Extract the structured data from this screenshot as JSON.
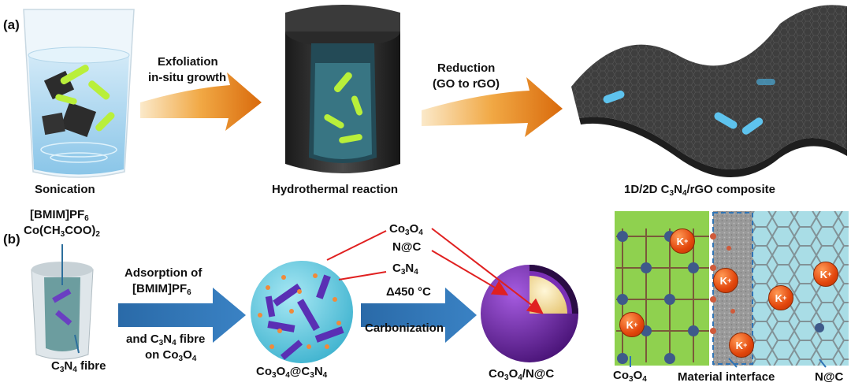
{
  "panels": {
    "a": "(a)",
    "b": "(b)"
  },
  "row_a": {
    "step1_label": "Sonication",
    "arrow1_line1": "Exfoliation",
    "arrow1_line2": "in-situ growth",
    "step2_label": "Hydrothermal reaction",
    "arrow2_line1": "Reduction",
    "arrow2_line2": "(GO to rGO)",
    "step3_prefix": "1D/2D C",
    "step3_sub1": "3",
    "step3_mid": "N",
    "step3_sub2": "4",
    "step3_suffix": "/rGO composite"
  },
  "row_b": {
    "reagent1_text": "[BMIM]PF",
    "reagent1_sub": "6",
    "reagent2_a": "Co(CH",
    "reagent2_sub1": "3",
    "reagent2_b": "COO)",
    "reagent2_sub2": "2",
    "fibre_a": "C",
    "fibre_sub1": "3",
    "fibre_b": "N",
    "fibre_sub2": "4",
    "fibre_c": " fibre",
    "arrow3_line1": "Adsorption of",
    "arrow3_line2a": "[BMIM]PF",
    "arrow3_line2sub": "6",
    "arrow3_line3a": "and C",
    "arrow3_line3sub1": "3",
    "arrow3_line3b": "N",
    "arrow3_line3sub2": "4",
    "arrow3_line3c": " fibre",
    "arrow3_line4a": "on Co",
    "arrow3_line4sub1": "3",
    "arrow3_line4b": "O",
    "arrow3_line4sub2": "4",
    "sphere1_a": "Co",
    "sphere1_sub1": "3",
    "sphere1_b": "O",
    "sphere1_sub2": "4",
    "sphere1_c": "@C",
    "sphere1_sub3": "3",
    "sphere1_d": "N",
    "sphere1_sub4": "4",
    "callout1_a": "Co",
    "callout1_sub1": "3",
    "callout1_b": "O",
    "callout1_sub2": "4",
    "callout2": "N@C",
    "callout3_a": "C",
    "callout3_sub1": "3",
    "callout3_b": "N",
    "callout3_sub2": "4",
    "arrow4_line1": "Δ450 °C",
    "arrow4_line2": "Carbonization",
    "sphere2_a": "Co",
    "sphere2_sub1": "3",
    "sphere2_b": "O",
    "sphere2_sub2": "4",
    "sphere2_c": "/N@C",
    "ion": "K",
    "ion_charge": "+",
    "inset_left_a": "Co",
    "inset_left_sub1": "3",
    "inset_left_b": "O",
    "inset_left_sub2": "4",
    "inset_mid": "Material interface",
    "inset_right": "N@C"
  },
  "colors": {
    "arrow_orange": "#e07a12",
    "arrow_blue": "#2f74b5",
    "sphere_purple": "#7a2fb5",
    "callout_red": "#e02020"
  }
}
